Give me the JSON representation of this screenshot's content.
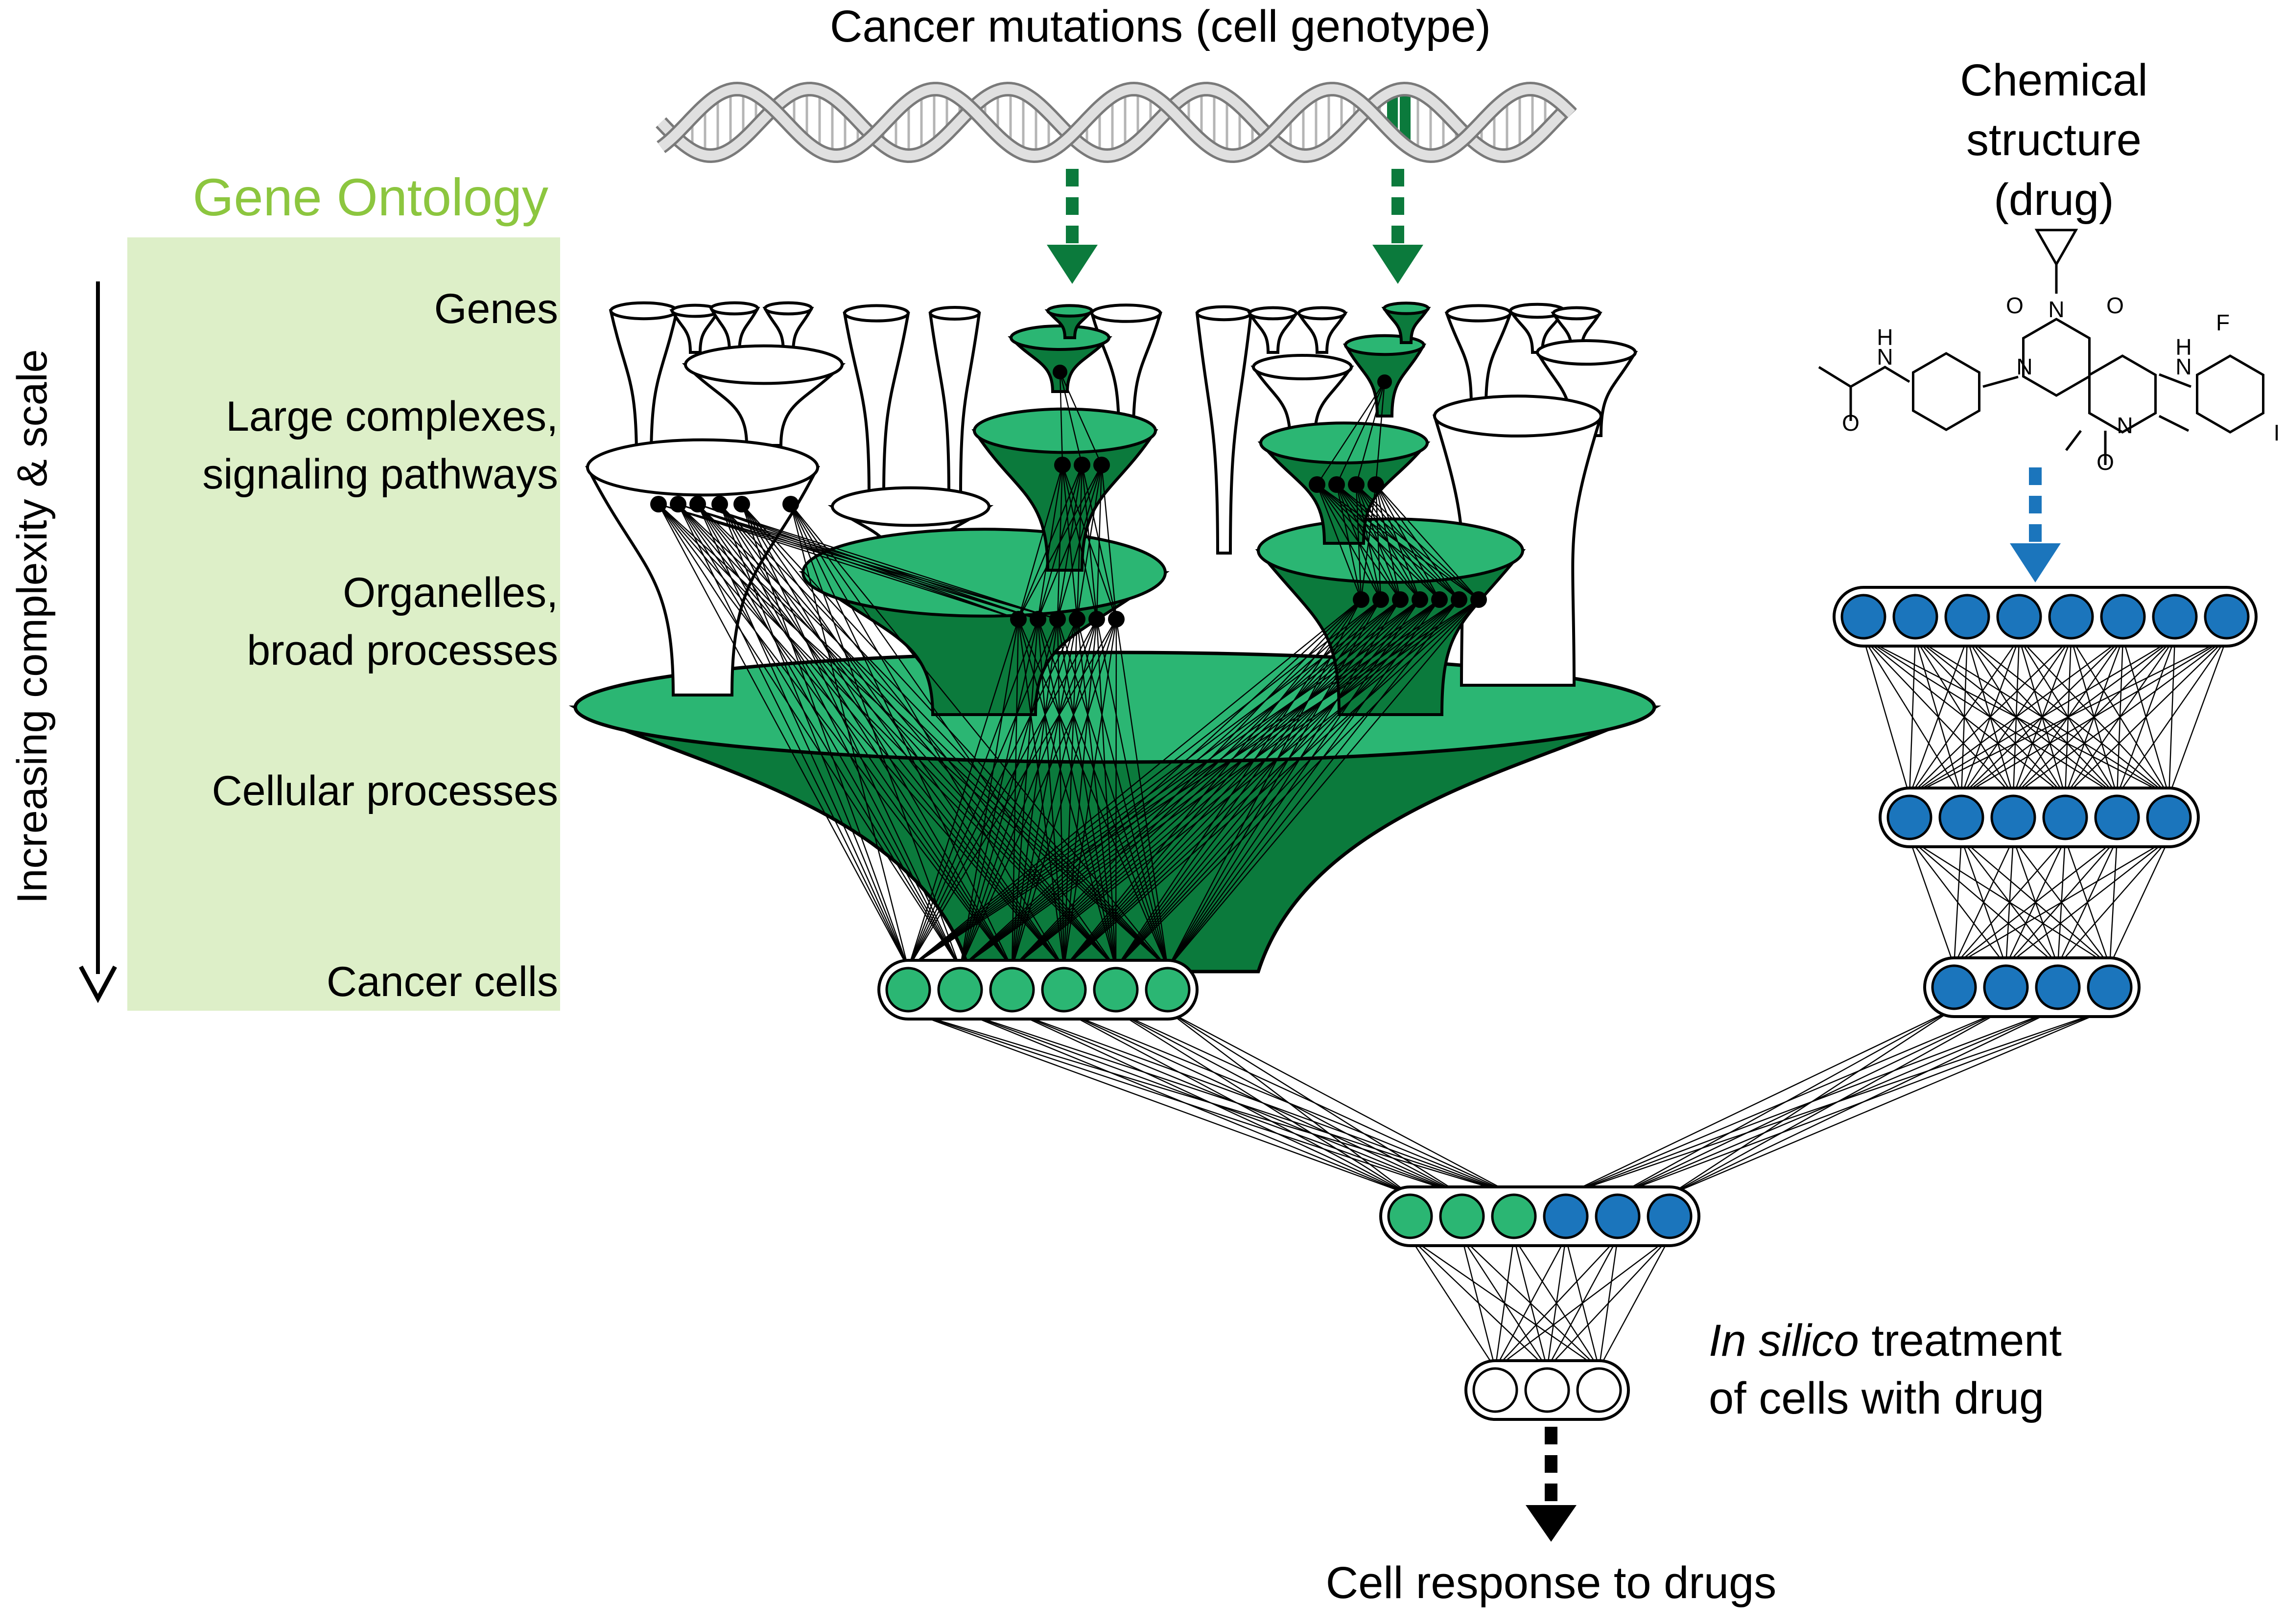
{
  "top_title": "Cancer mutations (cell genotype)",
  "ontology": {
    "title": "Gene Ontology",
    "axis_label": "Increasing complexity & scale",
    "levels": [
      {
        "lines": [
          "Genes"
        ]
      },
      {
        "lines": [
          "Large complexes,",
          "signaling pathways"
        ]
      },
      {
        "lines": [
          "Organelles,",
          "broad processes"
        ]
      },
      {
        "lines": [
          "Cellular processes"
        ]
      },
      {
        "lines": [
          "Cancer cells"
        ]
      }
    ]
  },
  "drug": {
    "lines": [
      "Chemical",
      "structure",
      "(drug)"
    ],
    "atoms": [
      "O",
      "N",
      "O",
      "N",
      "H",
      "O",
      "N",
      "N",
      "F",
      "N",
      "H",
      "O",
      "I"
    ]
  },
  "annotation": {
    "italic": "In silico",
    "rest": " treatment",
    "line2": "of cells with drug"
  },
  "output_label": "Cell response to drugs",
  "colors": {
    "green_label": "#8CC63F",
    "panel_bg": "#DDEFC8",
    "green_fill": "#2BB673",
    "dark_green": "#0B7A3C",
    "node_green": "#2BB673",
    "node_blue": "#1B75BC",
    "arrow_blue": "#1B75BC",
    "dna_gray": "#9A9A9A"
  },
  "layers": {
    "drug_layers": [
      8,
      6,
      4
    ],
    "cell_layer": 6,
    "combined": {
      "green": 3,
      "blue": 3
    },
    "output": 3
  }
}
